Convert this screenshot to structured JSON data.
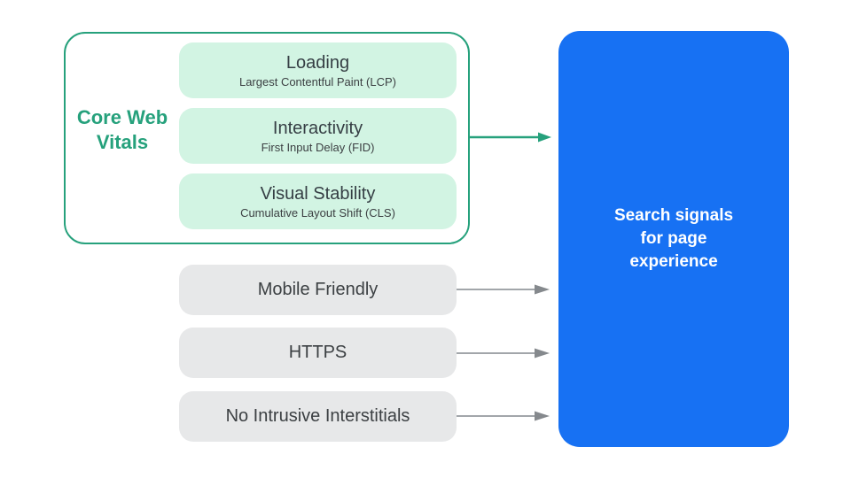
{
  "diagram": {
    "core_web_vitals": {
      "group_label": "Core Web Vitals",
      "vitals": [
        {
          "title": "Loading",
          "subtitle": "Largest Contentful Paint (LCP)"
        },
        {
          "title": "Interactivity",
          "subtitle": "First Input Delay (FID)"
        },
        {
          "title": "Visual Stability",
          "subtitle": "Cumulative Layout Shift (CLS)"
        }
      ]
    },
    "other_signals": [
      {
        "label": "Mobile Friendly"
      },
      {
        "label": "HTTPS"
      },
      {
        "label": "No Intrusive Interstitials"
      }
    ],
    "result": {
      "label": "Search signals for page experience"
    },
    "colors": {
      "green": "#26A17C",
      "green_light": "#D2F4E3",
      "gray_box": "#E7E8E9",
      "gray_arrow_line": "#A2A6AA",
      "gray_arrow_head": "#85898D",
      "blue": "#1771F3",
      "text_dark": "#3C4043",
      "white": "#FFFFFF"
    }
  }
}
